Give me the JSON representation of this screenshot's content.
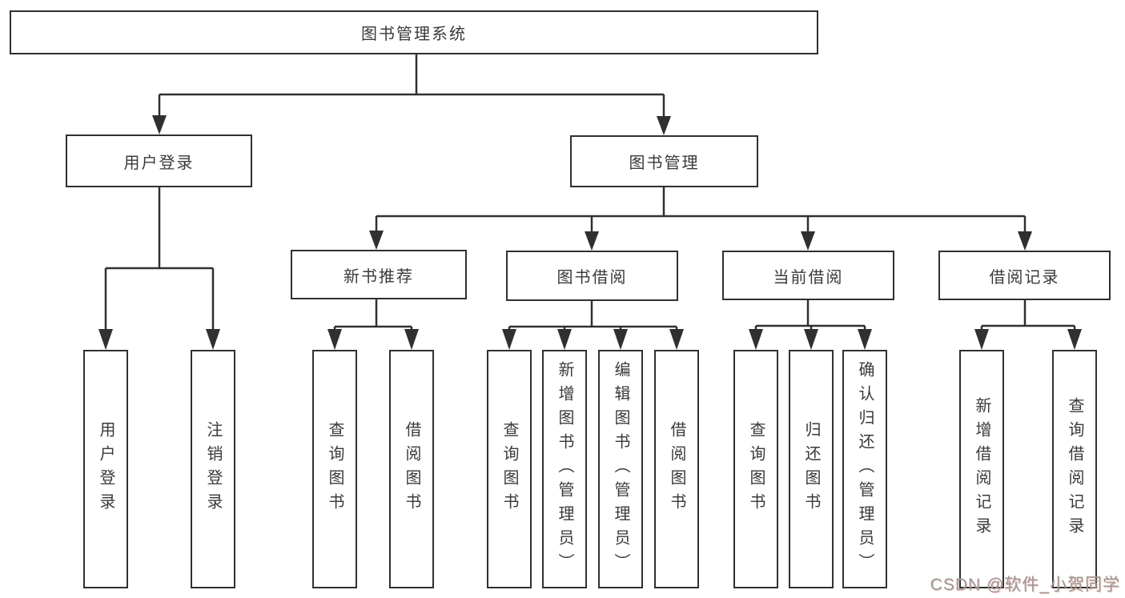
{
  "diagram": {
    "root": {
      "label": "图书管理系统"
    },
    "level2": [
      {
        "label": "用户登录",
        "parent": "图书管理系统"
      },
      {
        "label": "图书管理",
        "parent": "图书管理系统"
      }
    ],
    "level3": [
      {
        "label": "新书推荐",
        "parent": "图书管理"
      },
      {
        "label": "图书借阅",
        "parent": "图书管理"
      },
      {
        "label": "当前借阅",
        "parent": "图书管理"
      },
      {
        "label": "借阅记录",
        "parent": "图书管理"
      }
    ],
    "leaves": [
      {
        "label": "用户登录",
        "parent": "用户登录"
      },
      {
        "label": "注销登录",
        "parent": "用户登录"
      },
      {
        "label": "查询图书",
        "parent": "新书推荐"
      },
      {
        "label": "借阅图书",
        "parent": "新书推荐"
      },
      {
        "label": "查询图书",
        "parent": "图书借阅"
      },
      {
        "label": "新增图书（管理员）",
        "parent": "图书借阅"
      },
      {
        "label": "编辑图书（管理员）",
        "parent": "图书借阅"
      },
      {
        "label": "借阅图书",
        "parent": "图书借阅"
      },
      {
        "label": "查询图书",
        "parent": "当前借阅"
      },
      {
        "label": "归还图书",
        "parent": "当前借阅"
      },
      {
        "label": "确认归还（管理员）",
        "parent": "当前借阅"
      },
      {
        "label": "新增借阅记录",
        "parent": "借阅记录"
      },
      {
        "label": "查询借阅记录",
        "parent": "借阅记录"
      }
    ]
  },
  "watermark": {
    "text": "CSDN @软件_小贺同学"
  },
  "colors": {
    "line": "#303030",
    "box_border": "#303030",
    "text": "#3a3a3a",
    "background": "#ffffff",
    "watermark_gray": "#9a9a9a",
    "watermark_accent": "#e06a55"
  }
}
